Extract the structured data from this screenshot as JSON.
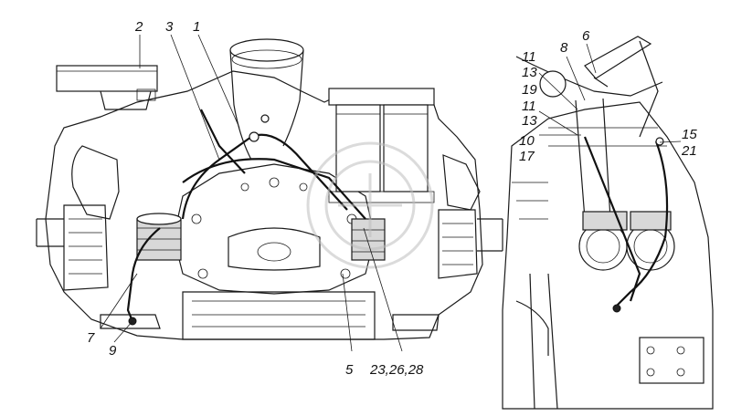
{
  "callouts": {
    "c1": "1",
    "c2": "2",
    "c3": "3",
    "c5": "5",
    "c6": "6",
    "c7": "7",
    "c8": "8",
    "c9": "9",
    "c10": "10",
    "c11a": "11",
    "c11b": "11",
    "c13a": "13",
    "c13b": "13",
    "c15": "15",
    "c17": "17",
    "c19": "19",
    "c21": "21",
    "c23": "23,26,28"
  },
  "colors": {
    "line": "#1a1a1a",
    "background": "#ffffff",
    "watermark": "#bdbdbd"
  }
}
